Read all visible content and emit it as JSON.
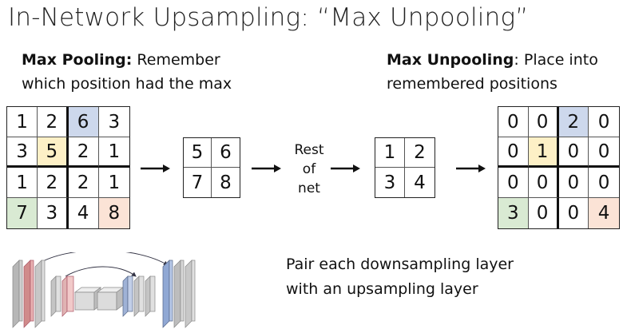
{
  "title": "In-Network Upsampling: “Max Unpooling”",
  "max_pooling": {
    "heading": "Max Pooling:",
    "text1": " Remember",
    "text2": "which position had the max"
  },
  "max_unpooling": {
    "heading": "Max Unpooling",
    "text1": ": Place into",
    "text2": "remembered positions"
  },
  "input_grid": [
    [
      "1",
      "2",
      "6",
      "3"
    ],
    [
      "3",
      "5",
      "2",
      "1"
    ],
    [
      "1",
      "2",
      "2",
      "1"
    ],
    [
      "7",
      "3",
      "4",
      "8"
    ]
  ],
  "pooled_grid": [
    [
      "5",
      "6"
    ],
    [
      "7",
      "8"
    ]
  ],
  "rest_of_net": [
    "Rest",
    "of",
    "net"
  ],
  "net_output_grid": [
    [
      "1",
      "2"
    ],
    [
      "3",
      "4"
    ]
  ],
  "unpooled_grid": [
    [
      "0",
      "0",
      "2",
      "0"
    ],
    [
      "0",
      "1",
      "0",
      "0"
    ],
    [
      "0",
      "0",
      "0",
      "0"
    ],
    [
      "3",
      "0",
      "0",
      "4"
    ]
  ],
  "highlights": [
    {
      "row": 0,
      "col": 2,
      "color": "#cdd8ec"
    },
    {
      "row": 1,
      "col": 1,
      "color": "#fdf0c6"
    },
    {
      "row": 3,
      "col": 0,
      "color": "#d9ead3"
    },
    {
      "row": 3,
      "col": 3,
      "color": "#fbe3d6"
    }
  ],
  "colors": {
    "blue": "#cdd8ec",
    "yellow": "#fdf0c6",
    "green": "#d9ead3",
    "peach": "#fbe3d6"
  },
  "pair_line1": "Pair each downsampling layer",
  "pair_line2": "with an upsampling layer"
}
